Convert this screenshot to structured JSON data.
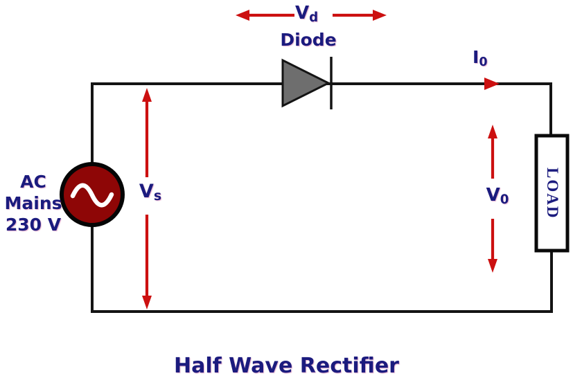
{
  "title": "Half Wave Rectifier",
  "colors": {
    "wire": "#141414",
    "red": "#cc1010",
    "navy": "#1b1b7e",
    "source_fill": "#8e0606",
    "diode_fill": "#6e6e6e",
    "load_fill": "#ffffff",
    "background": "#ffffff"
  },
  "labels": {
    "vd": {
      "main": "V",
      "sub": "d"
    },
    "diode": "Diode",
    "i0": {
      "main": "I",
      "sub": "0"
    },
    "vs": {
      "main": "V",
      "sub": "s"
    },
    "v0": {
      "main": "V",
      "sub": "0"
    },
    "source": {
      "line1": "AC",
      "line2": "Mains",
      "line3": "230 V"
    },
    "load": "LOAD"
  }
}
